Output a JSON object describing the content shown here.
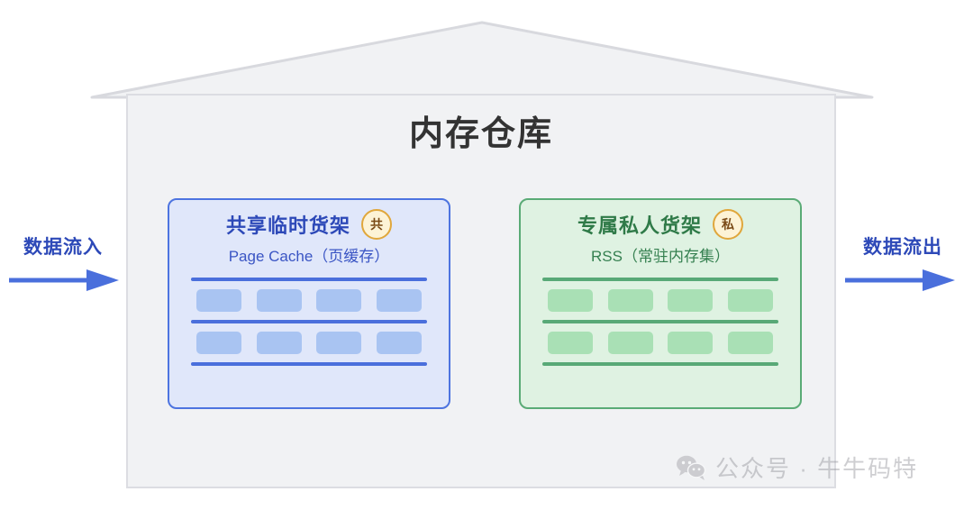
{
  "warehouse": {
    "title": "内存仓库",
    "roof_fill": "#f1f2f4",
    "roof_stroke": "#d8d9de",
    "body_fill": "#f1f2f4",
    "body_stroke": "#dcdde2"
  },
  "panels": [
    {
      "id": "page-cache",
      "title": "共享临时货架",
      "subtitle": "Page Cache（页缓存）",
      "badge": "共",
      "accent": "#4d74e0",
      "fill": "#e0e7fa",
      "item_fill": "#a9c4f2",
      "shelf_rows": 2,
      "items_per_row": 4
    },
    {
      "id": "rss",
      "title": "专属私人货架",
      "subtitle": "RSS（常驻内存集）",
      "badge": "私",
      "accent": "#5aab76",
      "fill": "#dff2e2",
      "item_fill": "#a9e0b5",
      "shelf_rows": 2,
      "items_per_row": 4
    }
  ],
  "flows": {
    "inflow": {
      "label": "数据流入",
      "color": "#4a6fdc",
      "direction": "right"
    },
    "outflow": {
      "label": "数据流出",
      "color": "#4a6fdc",
      "direction": "right"
    }
  },
  "watermark": {
    "icon": "wechat-icon",
    "text": "公众号 · 牛牛码特",
    "color": "#8d8d93"
  }
}
